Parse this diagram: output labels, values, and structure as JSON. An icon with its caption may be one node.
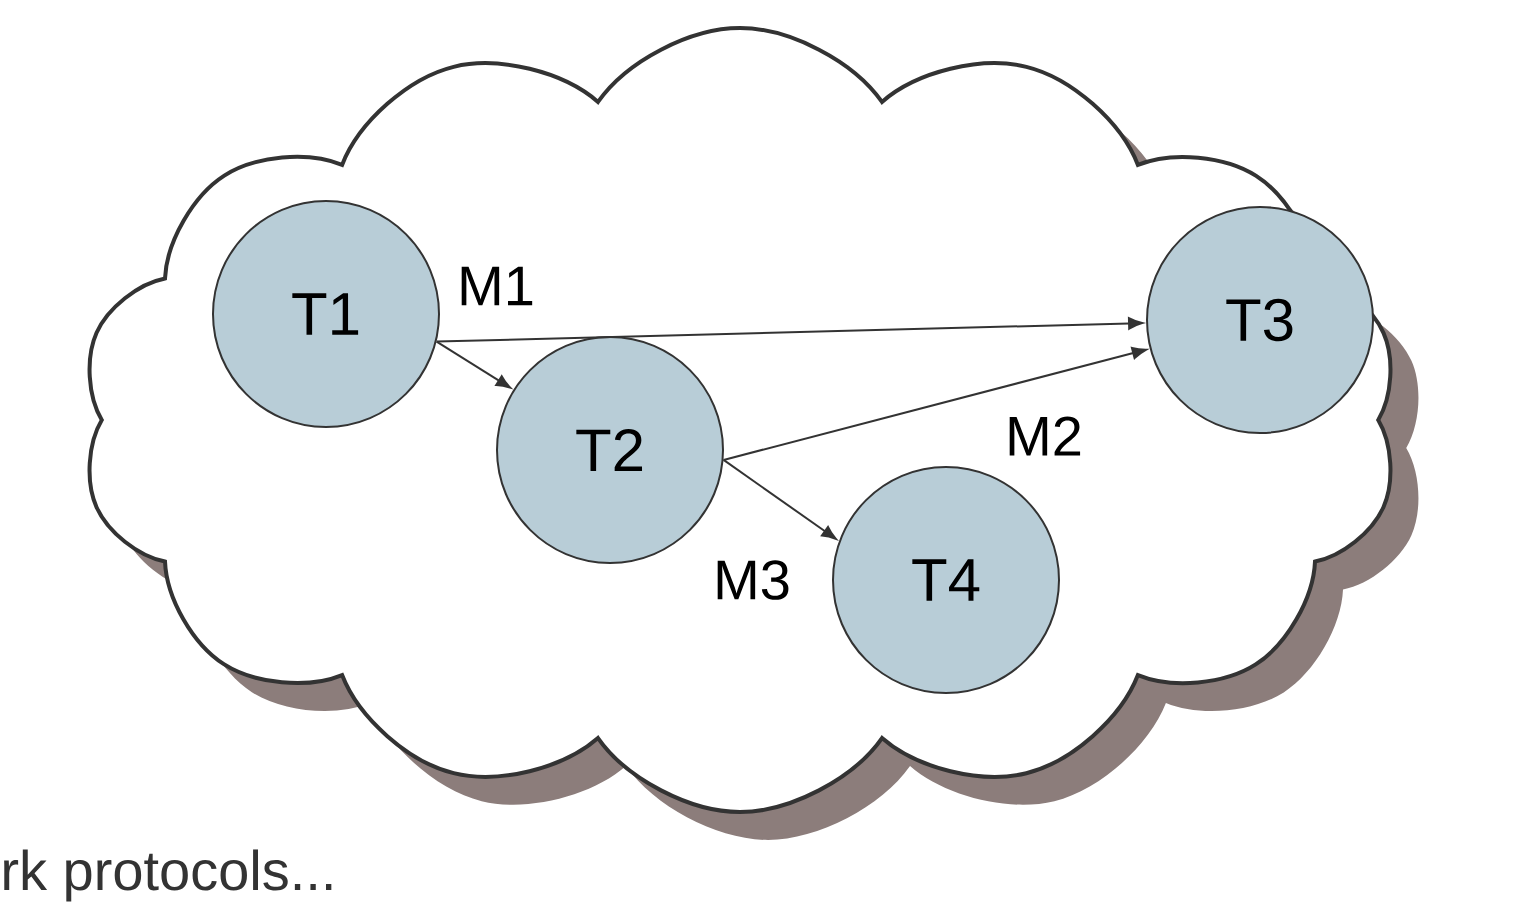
{
  "diagram": {
    "nodes": [
      {
        "text": [],
        "shape": "cloud"
      },
      {
        "text": [
          "T1"
        ],
        "in": 0
      },
      {
        "text": [
          "T2"
        ],
        "in": 0
      },
      {
        "text": [
          "T3"
        ],
        "in": 0
      },
      {
        "text": [
          "T4"
        ],
        "in": 0
      }
    ],
    "edges": [
      {
        "from": 1,
        "to": 3,
        "arrow": "to",
        "label": "M1"
      },
      {
        "from": 1,
        "to": 2,
        "arrow": "to"
      },
      {
        "from": 2,
        "to": 3,
        "arrow": "to",
        "label": "M2"
      },
      {
        "from": 2,
        "to": 4,
        "arrow": "to",
        "label": "M3"
      }
    ],
    "labels": [
      "rk protocols..."
    ]
  }
}
